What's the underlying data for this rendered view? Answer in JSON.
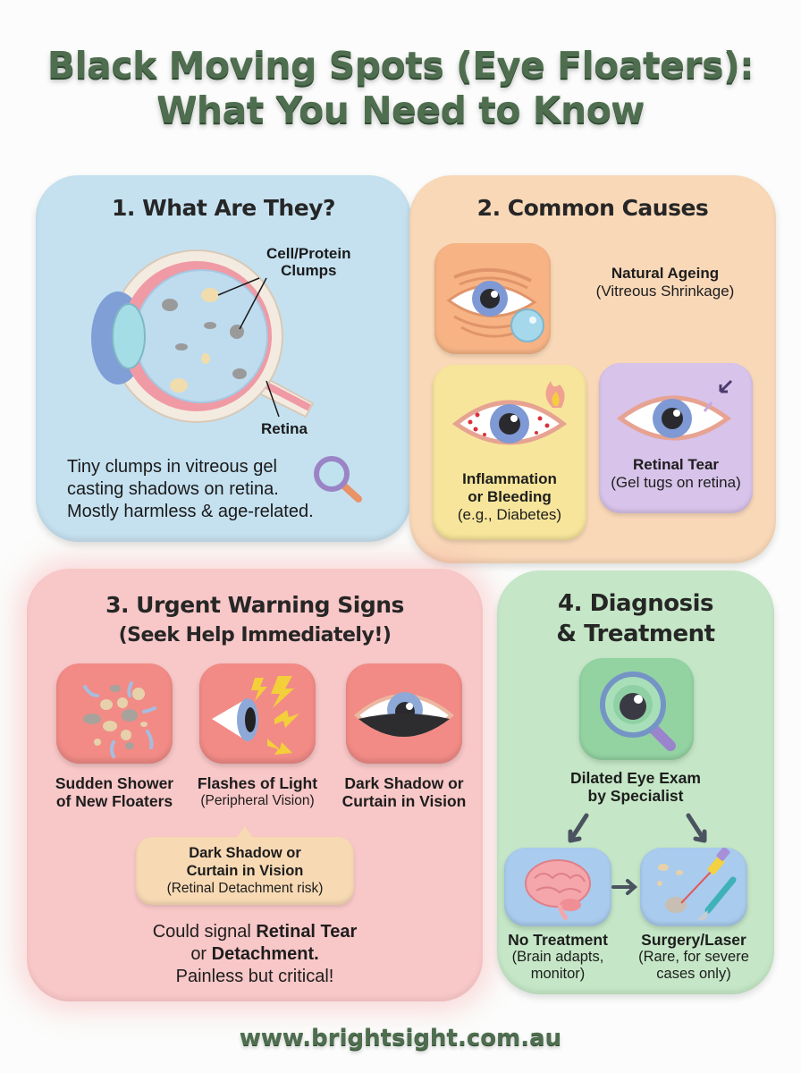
{
  "header": {
    "title_line1": "Black Moving Spots (Eye Floaters):",
    "title_line2": "What You Need to Know",
    "title_color": "#4e6e4f"
  },
  "section1": {
    "heading": "1. What Are They?",
    "bg_color": "#c5e1f0",
    "diagram": {
      "icon": "eye-cross-section-icon",
      "label_clumps_line1": "Cell/Protein",
      "label_clumps_line2": "Clumps",
      "label_retina": "Retina"
    },
    "description_line1": "Tiny clumps in vitreous gel",
    "description_line2": "casting shadows on retina.",
    "description_line3": "Mostly harmless & age-related.",
    "side_icon": "magnifying-glass-icon"
  },
  "section2": {
    "heading": "2. Common Causes",
    "bg_color": "#f9d8b8",
    "causes": [
      {
        "icon": "aging-eye-icon",
        "title": "Natural Ageing",
        "subtitle": "(Vitreous Shrinkage)",
        "tile_color": "#f7b384"
      },
      {
        "icon": "inflamed-eye-icon",
        "title_line1": "Inflammation",
        "title_line2": "or Bleeding",
        "subtitle": "(e.g., Diabetes)",
        "tile_color": "#f7e59b"
      },
      {
        "icon": "torn-retina-eye-icon",
        "title": "Retinal Tear",
        "subtitle": "(Gel tugs on retina)",
        "tile_color": "#d8c3ea"
      }
    ]
  },
  "section3": {
    "heading_line1": "3. Urgent Warning Signs",
    "heading_line2": "(Seek Help Immediately!)",
    "bg_color": "#f8c7c7",
    "signs": [
      {
        "icon": "floaters-shower-icon",
        "line1": "Sudden Shower",
        "line2": "of New Floaters"
      },
      {
        "icon": "light-flashes-icon",
        "line1": "Flashes of Light",
        "line2": "(Peripheral Vision)"
      },
      {
        "icon": "shadowed-eye-icon",
        "line1": "Dark Shadow or",
        "line2": "Curtain in Vision"
      }
    ],
    "callout": {
      "line1": "Dark Shadow or",
      "line2": "Curtain in Vision",
      "line3": "(Retinal Detachment risk)"
    },
    "summary": {
      "prefix": "Could signal ",
      "bold1": "Retinal Tear",
      "mid": "or ",
      "bold2": "Detachment.",
      "line3": "Painless but critical!"
    }
  },
  "section4": {
    "heading_line1": "4. Diagnosis",
    "heading_line2": "& Treatment",
    "bg_color": "#c5e7c7",
    "exam": {
      "icon": "eye-magnifier-icon",
      "line1": "Dilated Eye Exam",
      "line2": "by Specialist"
    },
    "options": [
      {
        "icon": "brain-icon",
        "title": "No Treatment",
        "sub1": "(Brain adapts,",
        "sub2": "monitor)"
      },
      {
        "icon": "laser-scalpel-icon",
        "title": "Surgery/Laser",
        "sub1": "(Rare, for severe",
        "sub2": "cases only)"
      }
    ]
  },
  "footer": {
    "url": "www.brightsight.com.au"
  }
}
